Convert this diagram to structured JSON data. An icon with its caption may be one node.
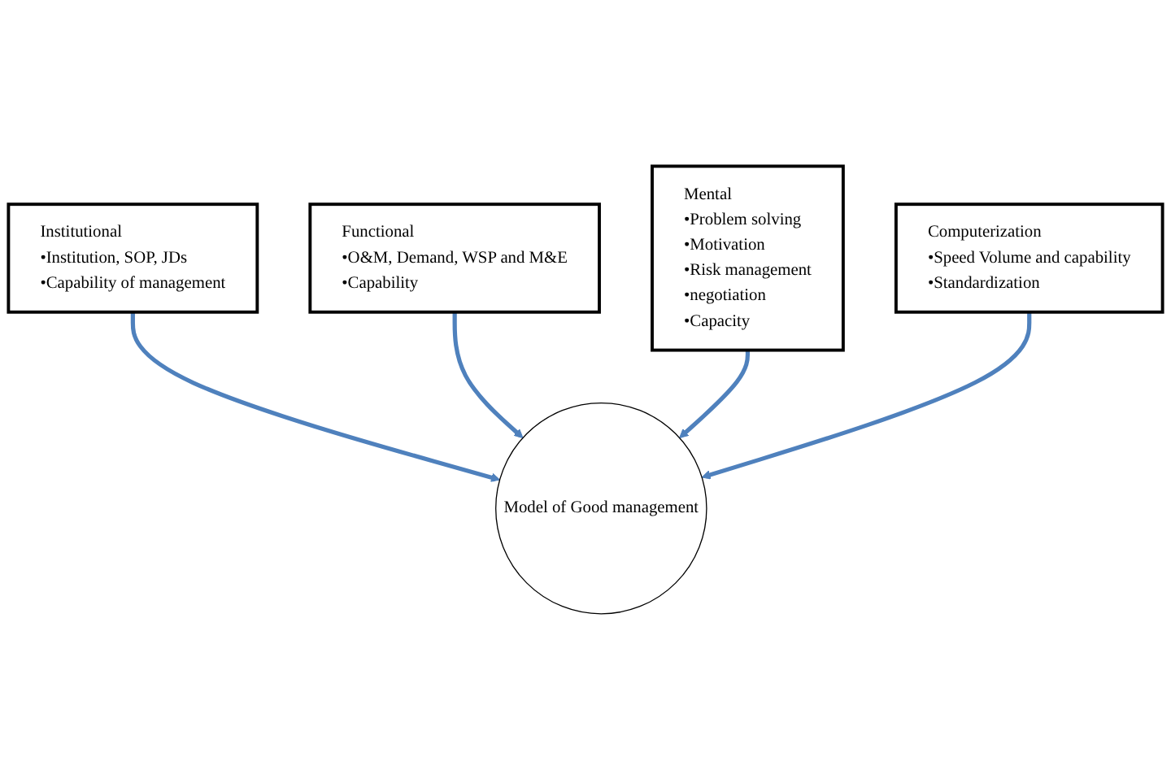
{
  "diagram": {
    "nodes": [
      {
        "text": [
          "Institutional",
          "•Institution, SOP, JDs",
          "•Capability of management"
        ]
      },
      {
        "text": [
          "Functional",
          "•O&M, Demand, WSP and M&E",
          "•Capability"
        ]
      },
      {
        "text": [
          "Model of Good management"
        ]
      },
      {
        "text": [
          "Mental",
          "•Problem solving",
          "•Motivation",
          "•Risk management",
          "•negotiation",
          "•Capacity"
        ]
      },
      {
        "text": [
          "Computerization",
          "•Speed Volume and capability",
          "•Standardization"
        ]
      }
    ],
    "edges": [
      {
        "from": 0,
        "to": 2,
        "arrow": "to"
      },
      {
        "from": 1,
        "to": 2,
        "arrow": "to"
      },
      {
        "from": 3,
        "to": 2,
        "arrow": "to"
      },
      {
        "from": 4,
        "to": 2,
        "arrow": "to"
      }
    ]
  }
}
